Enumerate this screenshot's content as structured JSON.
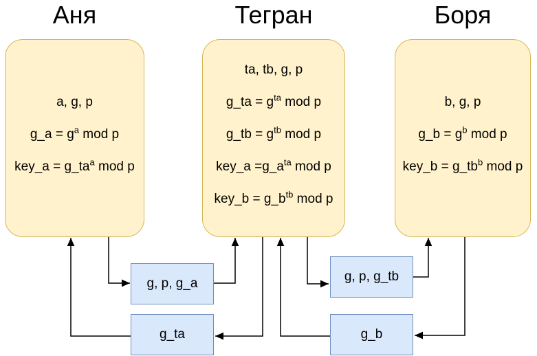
{
  "diagram": {
    "actors": [
      {
        "title": "Аня",
        "lines": [
          "a, g, p",
          "g_a = g^a^ mod p",
          "key_a = g_ta^a^ mod p"
        ]
      },
      {
        "title": "Тегран",
        "lines": [
          "ta, tb, g, p",
          "g_ta = g^ta^ mod p",
          "g_tb = g^tb^ mod p",
          "key_a =g_a^ta^ mod p",
          "key_b = g_b^tb^ mod p"
        ]
      },
      {
        "title": "Боря",
        "lines": [
          "b, g, p",
          "g_b = g^b^ mod p",
          "key_b = g_tb^b^ mod p"
        ]
      }
    ],
    "messages": [
      {
        "label": "g, p, g_a"
      },
      {
        "label": "g_ta"
      },
      {
        "label": "g, p, g_tb"
      },
      {
        "label": "g_b"
      }
    ],
    "colors": {
      "actor_fill": "#FFF2CC",
      "actor_stroke": "#D6B656",
      "message_fill": "#DAE8FC",
      "message_stroke": "#6C8EBF",
      "arrow": "#000000",
      "background": "#FFFFFF",
      "text": "#000000"
    }
  }
}
